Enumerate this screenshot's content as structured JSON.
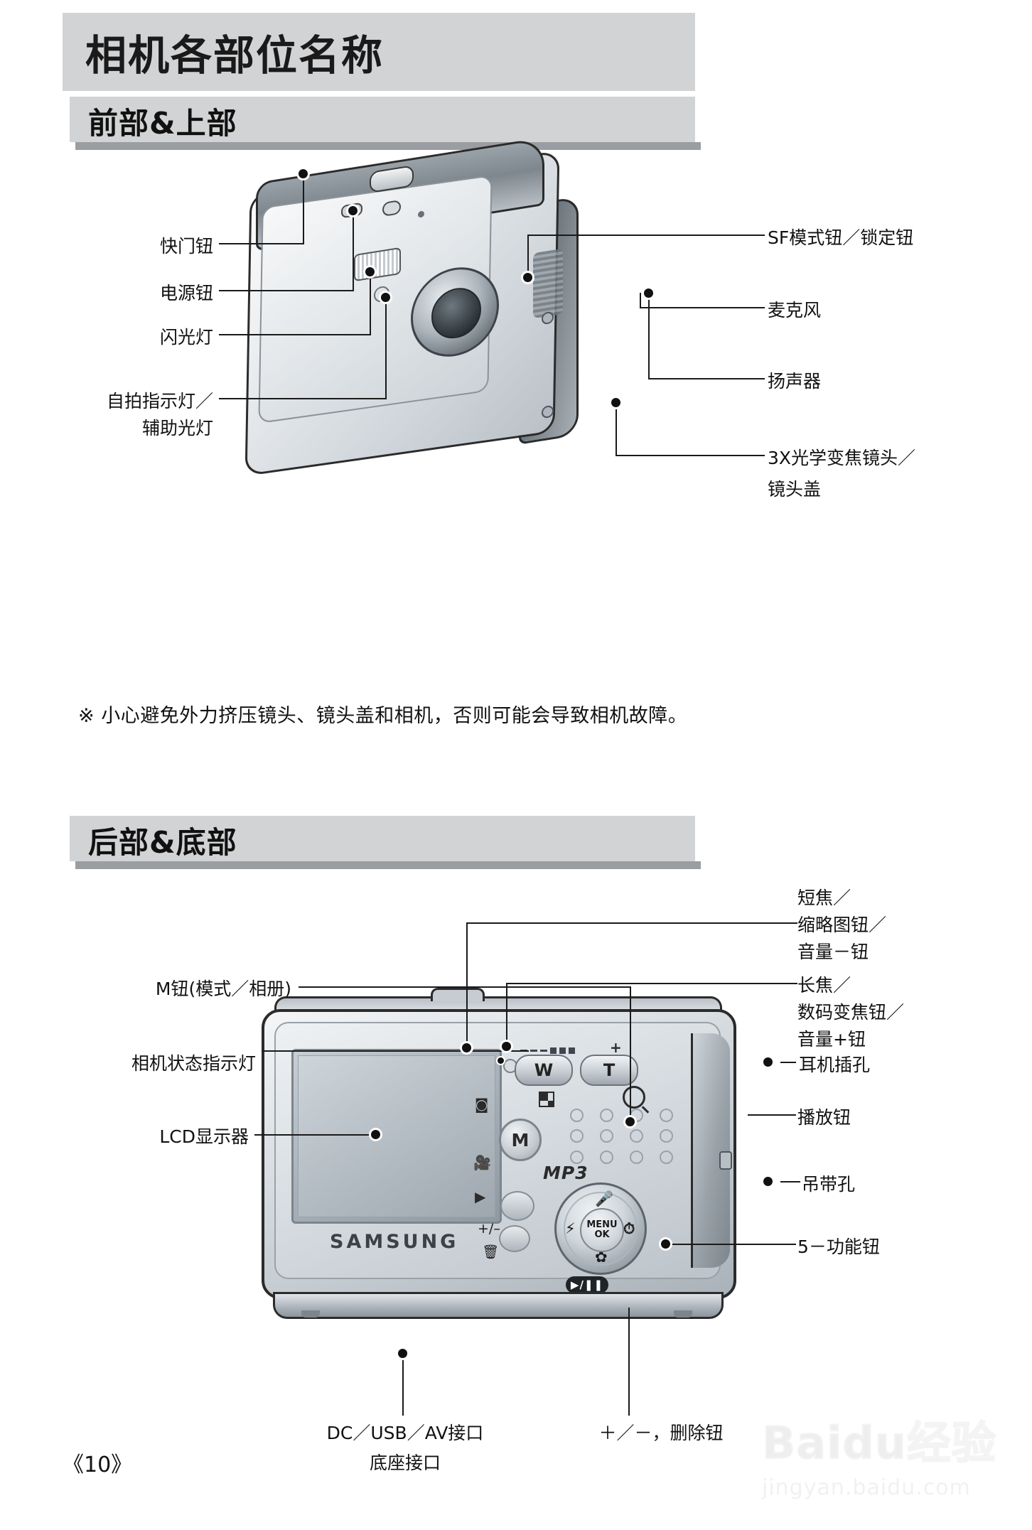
{
  "page": {
    "title": "相机各部位名称",
    "folio": "《10》"
  },
  "sections": [
    {
      "id": "front",
      "heading": "前部&上部"
    },
    {
      "id": "back",
      "heading": "后部&底部"
    }
  ],
  "note": "※ 小心避免外力挤压镜头、镜头盖和相机，否则可能会导致相机故障。",
  "front_diagram": {
    "left_labels": [
      {
        "text": "快门钮"
      },
      {
        "text": "电源钮"
      },
      {
        "text": "闪光灯"
      },
      {
        "text": "自拍指示灯／"
      },
      {
        "text": "辅助光灯"
      }
    ],
    "right_labels": [
      {
        "text": "SF模式钮／锁定钮"
      },
      {
        "text": "麦克风"
      },
      {
        "text": "扬声器"
      },
      {
        "text": "3X光学变焦镜头／"
      },
      {
        "text": "镜头盖"
      }
    ]
  },
  "back_diagram": {
    "left_labels": [
      {
        "text": "M钮(模式／相册)"
      },
      {
        "text": "相机状态指示灯"
      },
      {
        "text": "LCD显示器"
      }
    ],
    "right_labels": [
      {
        "text": "短焦／"
      },
      {
        "text": "缩略图钮／"
      },
      {
        "text": "音量－钮"
      },
      {
        "text": "长焦／"
      },
      {
        "text": "数码变焦钮／"
      },
      {
        "text": "音量+钮"
      },
      {
        "text": "耳机插孔"
      },
      {
        "text": "播放钮"
      },
      {
        "text": "吊带孔"
      },
      {
        "text": "5－功能钮"
      }
    ],
    "bottom_labels": [
      {
        "text": "DC／USB／AV接口"
      },
      {
        "text": "底座接口"
      },
      {
        "text": "＋／－，删除钮"
      }
    ],
    "camera_face": {
      "brand": "SAMSUNG",
      "wide_button": "W",
      "tele_button": "T",
      "mode_button": "M",
      "mp3_label": "MP3",
      "menu_label": "MENU",
      "ok_label": "OK",
      "playpause_label": "▶/❚❚",
      "zoom_minus": "–",
      "zoom_plus": "+",
      "icons": {
        "capture": "◙",
        "movie": "🎥",
        "playback": "▶",
        "mic": "🎤",
        "flash": "⚡",
        "timer": "⏱",
        "macro": "✿",
        "plus_minus": "+/–",
        "trash": "🗑"
      }
    }
  },
  "watermark": {
    "line1": "Baidu经验",
    "line2": "jingyan.baidu.com"
  },
  "colors": {
    "band": "#d2d3d5",
    "band_shadow": "#9a9da2",
    "ink": "#111111"
  }
}
